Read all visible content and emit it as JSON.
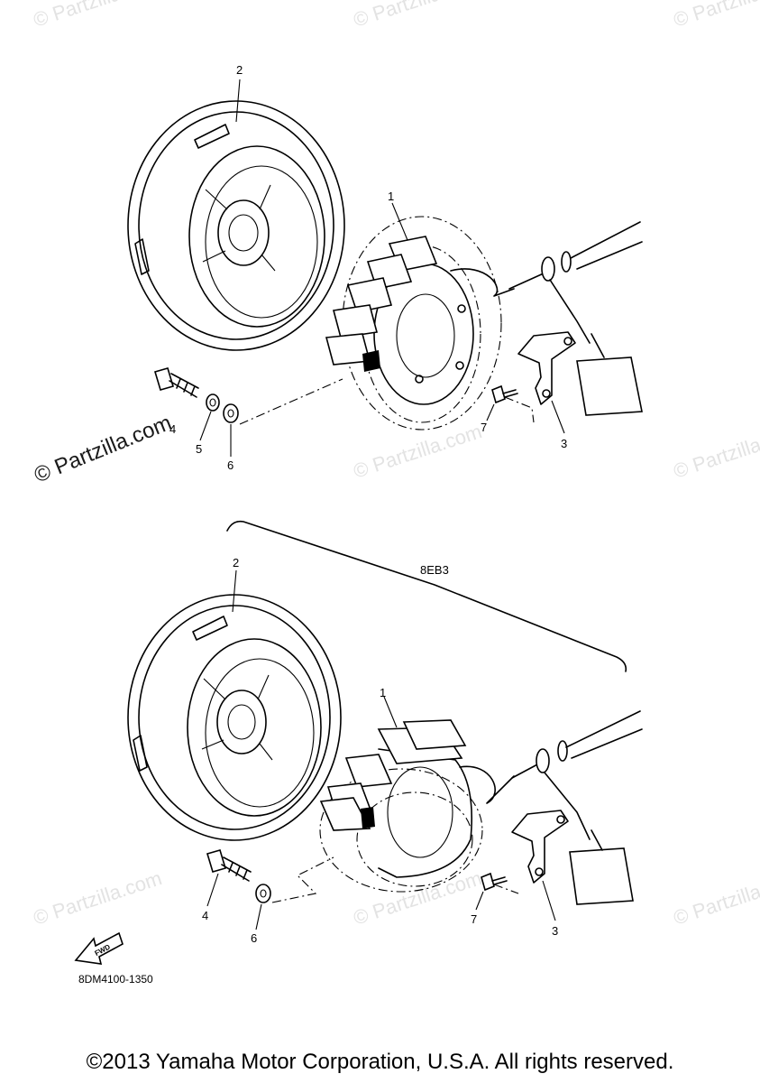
{
  "watermark": {
    "text": "© Partzilla.com",
    "main_text": "© Partzilla.com"
  },
  "diagrams": {
    "upper": {
      "callouts": [
        "1",
        "2",
        "3",
        "4",
        "5",
        "6",
        "7"
      ]
    },
    "lower": {
      "group_label": "8EB3",
      "callouts": [
        "1",
        "2",
        "3",
        "4",
        "6",
        "7"
      ]
    }
  },
  "fwd_label": "FWD",
  "part_code": "8DM4100-1350",
  "copyright": "©2013 Yamaha Motor Corporation, U.S.A. All rights reserved."
}
